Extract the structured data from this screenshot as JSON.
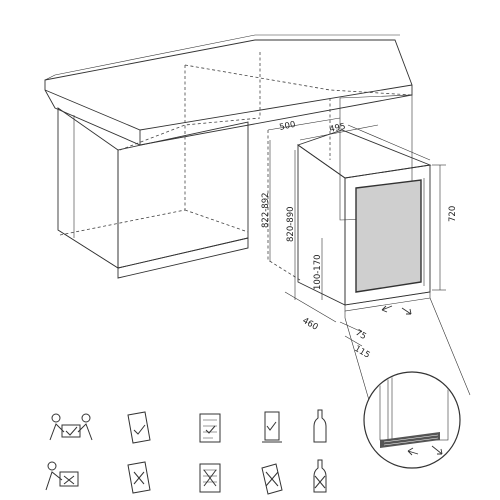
{
  "dimensions": {
    "niche_width": "500",
    "appliance_width": "495",
    "niche_height": "822-892",
    "appliance_height_adjustable": "820-890",
    "appliance_height": "720",
    "plinth_height": "100-170",
    "depth": "460",
    "plinth_recess": "75",
    "plinth_offset": "115"
  },
  "icons": {
    "row_ok": [
      "two-person-lift-ok-icon",
      "manual-check-icon",
      "checklist-icon",
      "upright-check-icon",
      "bottle-icon"
    ],
    "row_not": [
      "one-person-lift-no-icon",
      "manual-cross-icon",
      "checklist-cross-icon",
      "tilted-cross-icon",
      "bottle-cross-icon"
    ]
  },
  "colors": {
    "line": "#333333",
    "cabinet_fill": "#e6e6e6",
    "worktop_fill": "#f2f2f2",
    "glass_fill": "#cfcfcf",
    "grille_fill": "#555555"
  }
}
